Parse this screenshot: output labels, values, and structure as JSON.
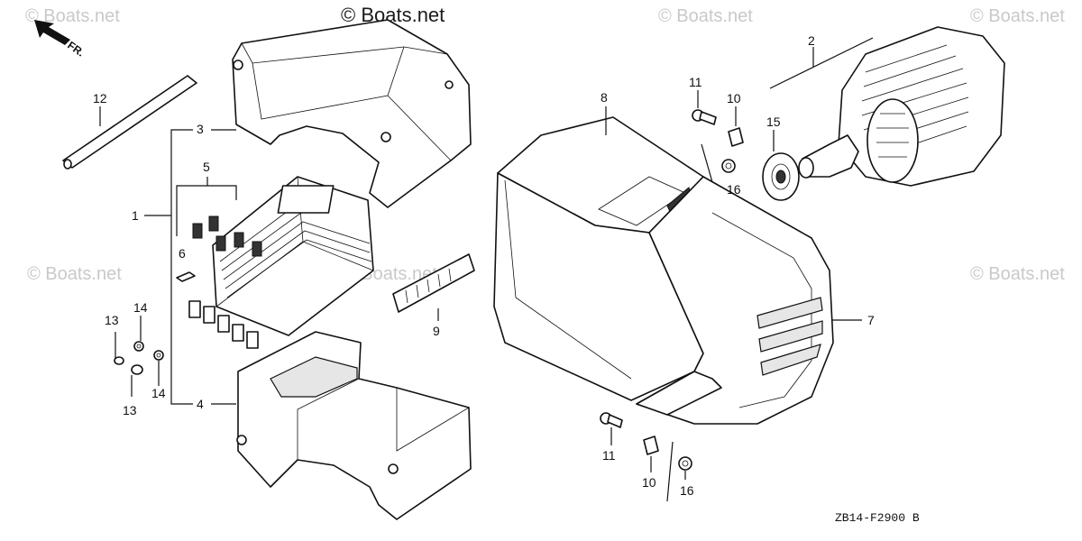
{
  "watermarks": {
    "main": "© Boats.net",
    "faint": "© Boats.net"
  },
  "direction_label": "FR.",
  "diagram_code": "ZB14-F2900 B",
  "callouts": {
    "c1": "1",
    "c2": "2",
    "c3": "3",
    "c4": "4",
    "c5": "5",
    "c6": "6",
    "c7": "7",
    "c8": "8",
    "c9": "9",
    "c10a": "10",
    "c10b": "10",
    "c11a": "11",
    "c11b": "11",
    "c12": "12",
    "c13a": "13",
    "c13b": "13",
    "c14a": "14",
    "c14b": "14",
    "c15": "15",
    "c16a": "16",
    "c16b": "16"
  }
}
